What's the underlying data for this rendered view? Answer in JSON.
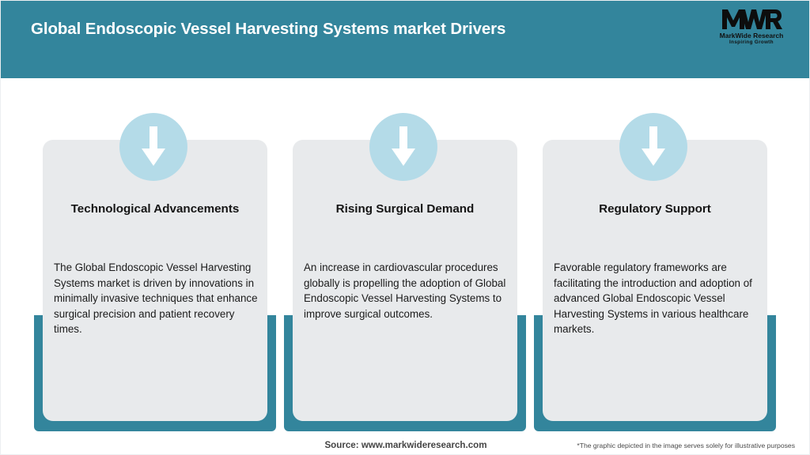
{
  "header": {
    "title": "Global Endoscopic Vessel Harvesting Systems market Drivers",
    "bar_color": "#33859c",
    "logo": {
      "mark": "MWR",
      "name": "MarkWide Research",
      "tagline": "Inspiring Growth"
    }
  },
  "theme": {
    "accent": "#33859c",
    "card_bg": "#e8eaec",
    "badge_bg": "#b4dbe8",
    "badge_arrow": "#ffffff",
    "title_color": "#151515",
    "body_color": "#1b1b1b"
  },
  "cards": [
    {
      "icon": "down-arrow-icon",
      "title": "Technological Advancements",
      "body": "The Global Endoscopic Vessel Harvesting Systems market is driven by innovations in minimally invasive techniques that enhance surgical precision and patient recovery times."
    },
    {
      "icon": "down-arrow-icon",
      "title": "Rising Surgical Demand",
      "body": "An increase in cardiovascular procedures globally is propelling the adoption of Global Endoscopic Vessel Harvesting Systems to improve surgical outcomes."
    },
    {
      "icon": "down-arrow-icon",
      "title": "Regulatory Support",
      "body": "Favorable regulatory frameworks are facilitating the introduction and adoption of advanced Global Endoscopic Vessel Harvesting Systems in various healthcare markets."
    }
  ],
  "footer": {
    "source": "Source: www.markwideresearch.com",
    "disclaimer": "*The graphic depicted in the image serves solely for illustrative purposes"
  }
}
